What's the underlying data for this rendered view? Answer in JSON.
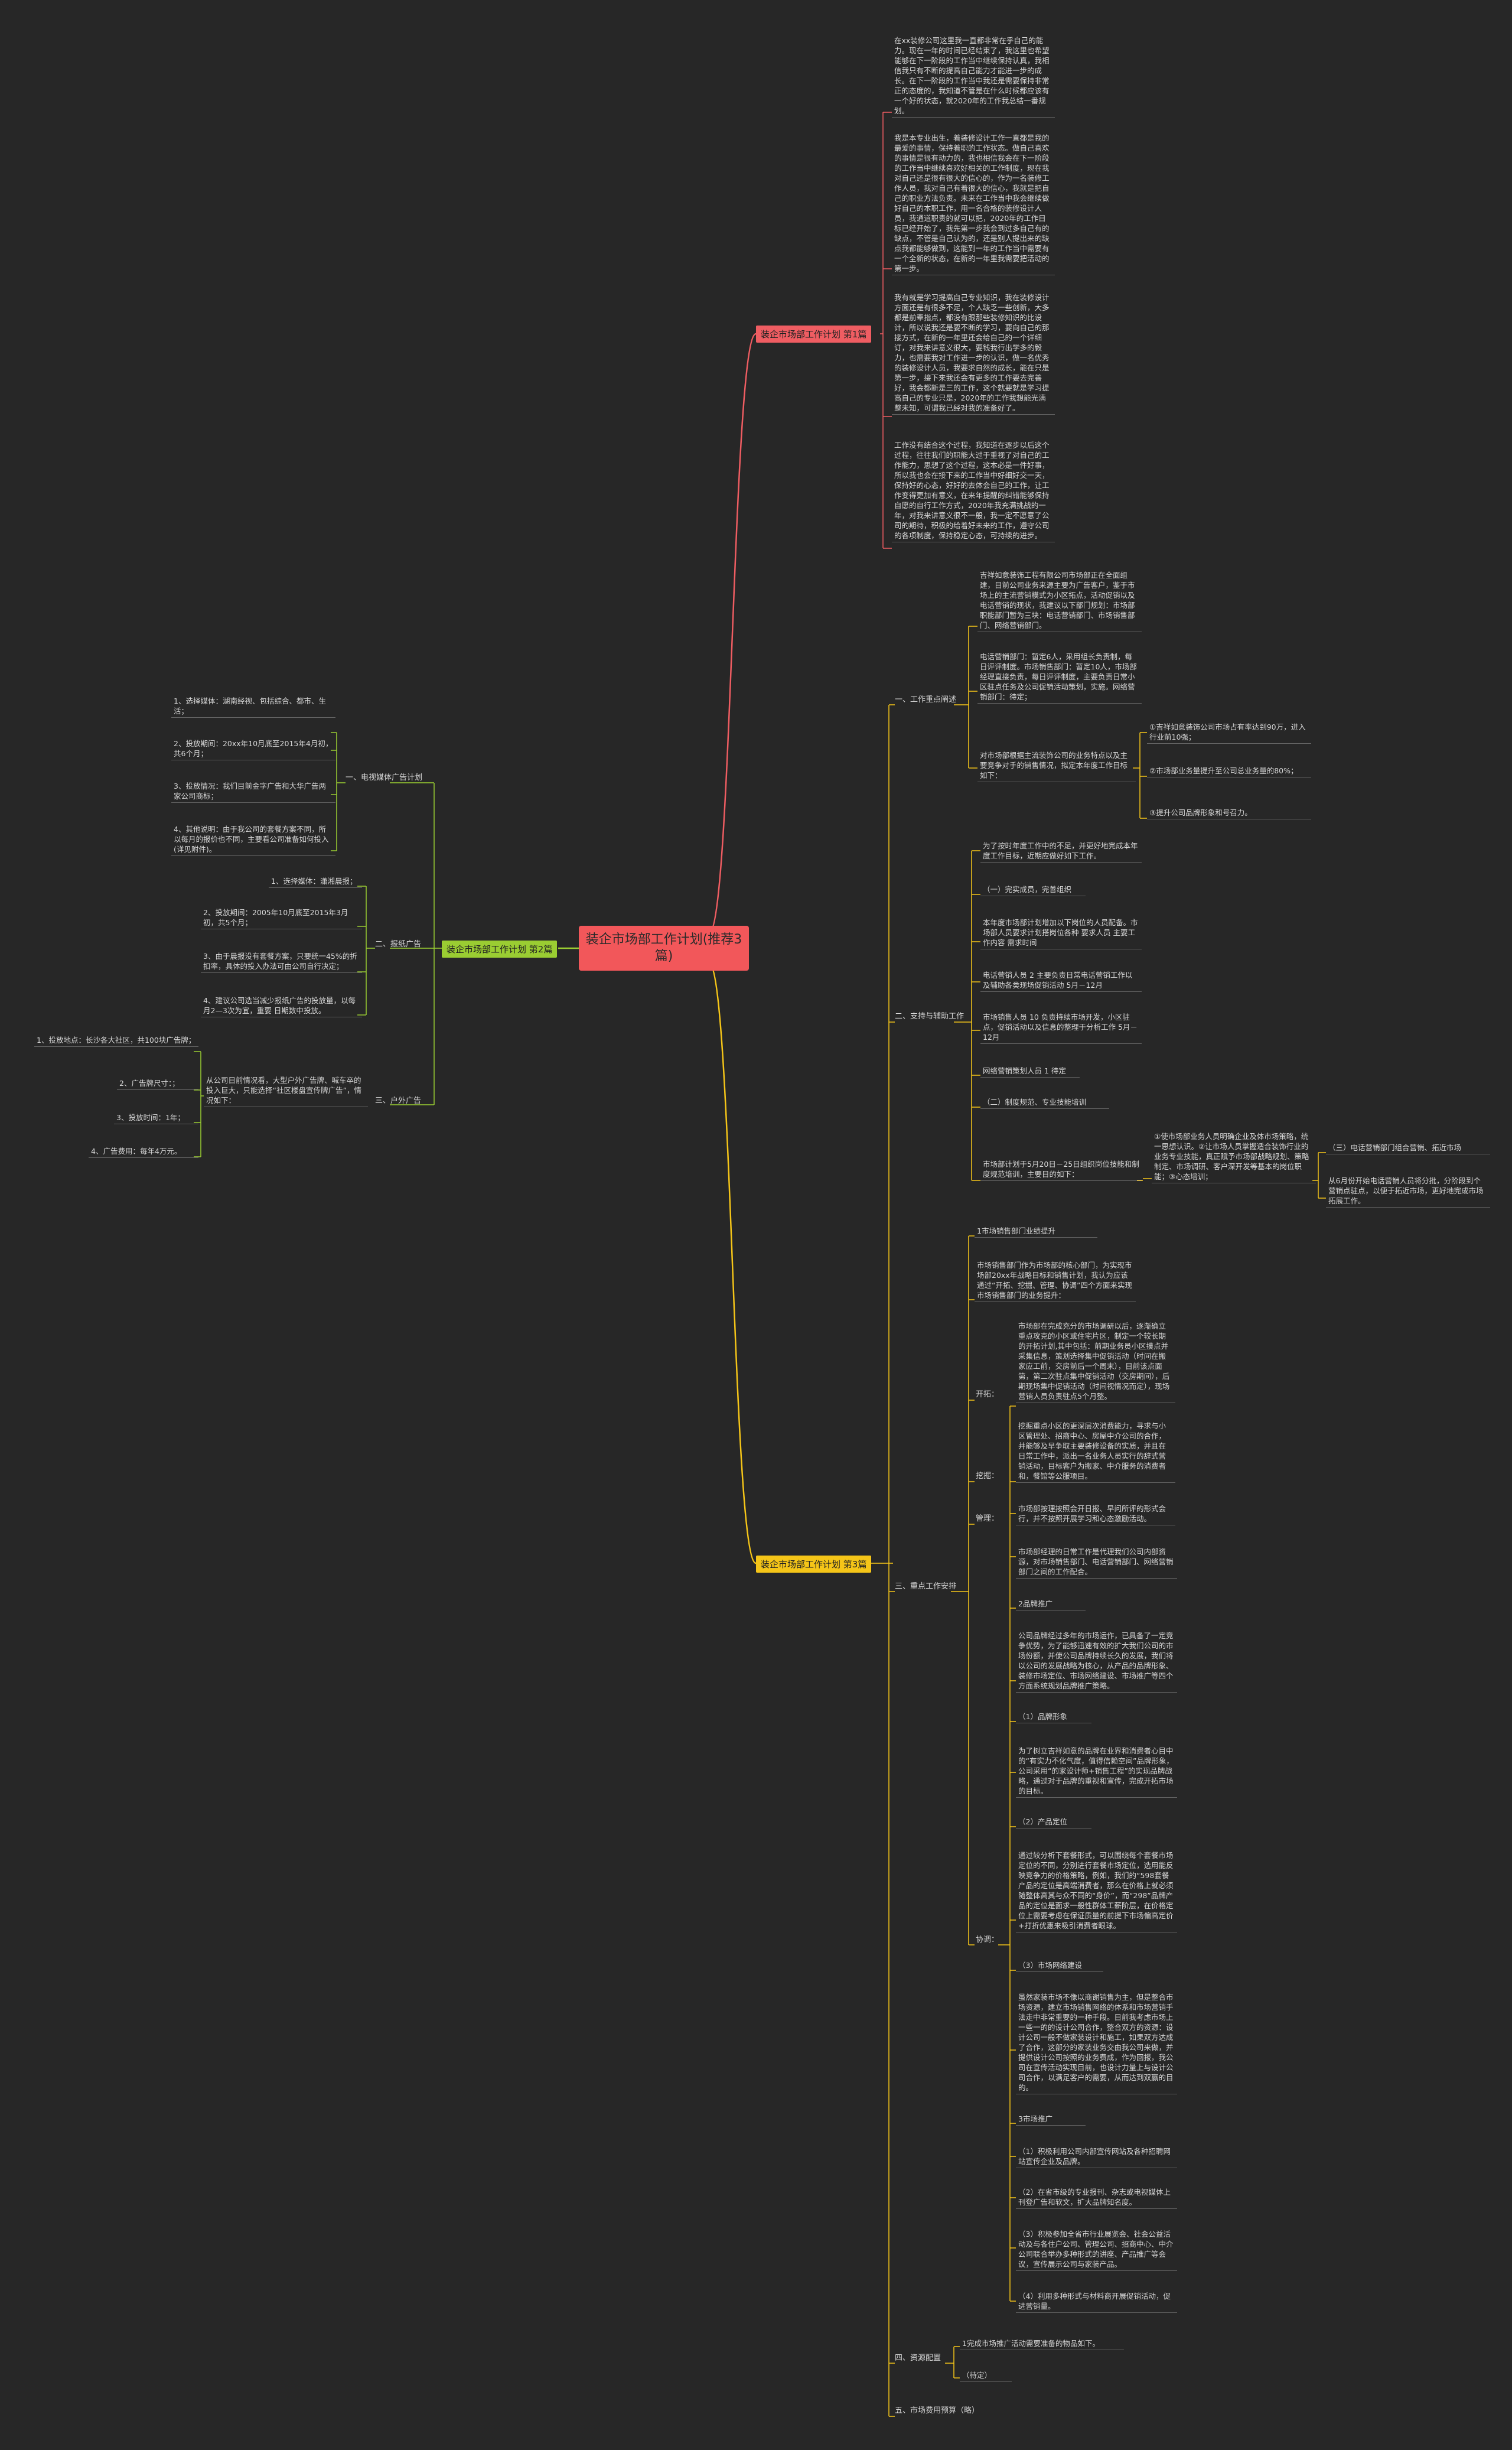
{
  "root": "装企市场部工作计划(推荐3篇)",
  "b1": {
    "title": "装企市场部工作计划 第1篇",
    "p": [
      "在xx装修公司这里我一直都非常在乎自己的能力。现在一年的时间已经结束了，我这里也希望能够在下一阶段的工作当中继续保持认真，我相信我只有不断的提高自己能力才能进一步的成长。在下一阶段的工作当中我还是需要保持非常正的态度的，我知道不管是在什么时候都应该有一个好的状态，就2020年的工作我总结一番规划。",
      "我是本专业出生，着装修设计工作一直都是我的最爱的事情，保持着职的工作状态。做自己喜欢的事情是很有动力的，我也相信我会在下一阶段的工作当中继续喜欢好相关的工作制度，现在我对自己还是很有很大的信心的，作为一名装修工作人员，我对自己有着很大的信心，我就是把自己的职业方法负责。未来在工作当中我会继续做好自己的本职工作，用一名合格的装修设计人员，我通道职责的就可以把，2020年的工作目标已经开始了，我先第一步我会到过多自己有的缺点，不管是自己认为的，还是别人提出来的缺点我都能够做到，这能到一年的工作当中需要有一个全新的状态，在新的一年里我需要把活动的第一步。",
      "我有就是学习提高自己专业知识，我在装修设计方面还是有很多不足，个人缺乏一些创新，大多都是前辈指点，都没有跟那些装修知识的比设计，所以说我还是要不断的学习，要向自己的那接方式，在新的一年里还会给自己的一个详细订，对我来讲意义很大，要钱我行出学多的毅力，也需要我对工作进一步的认识，做一名优秀的装修设计人员，我要求自然的成长，能在只是第一步，接下来我还会有更多的工作要去完善好，我会都新是三的工作，这个就要就是学习提高自己的专业只是，2020年的工作我想能光满整未知，可谓我已经对我的准备好了。",
      "工作没有结合这个过程，我知道在逐步以后这个过程，往往我们的职能大过于重视了对自己的工作能力，思想了这个过程，这本必是一件好事，所以我也会在接下来的工作当中好细好交一天，保持好的心态，好好的去体会自己的工作，让工作变得更加有意义，在来年提醒的纠错能够保持自愿的自行工作方式，2020年我充满挑战的一年，对我来讲意义很不一般，我一定不愿意了公司的期待，积极的给着好未来的工作，遵守公司的各项制度，保持稳定心态，可持续的进步。"
    ]
  },
  "b2": {
    "title": "装企市场部工作计划 第2篇",
    "s1": "一、电视媒体广告计划",
    "s1items": [
      "1、选择媒体：湖南经视、包括综合、都市、生活；",
      "2、投放期间：20xx年10月底至2015年4月初，共6个月；",
      "3、投放情况：我们目前金字广告和大华广告两家公司商标；",
      "4、其他说明：由于我公司的套餐方案不同，所以每月的报价也不同，主要看公司准备如何投入(详见附件)。"
    ],
    "s2": "二、报纸广告",
    "s2items": [
      "1、选择媒体：潇湘晨报；",
      "2、投放期间：2005年10月底至2015年3月初，共5个月；",
      "3、由于晨报没有套餐方案，只要统一45%的折扣率，具体的投入办法可由公司自行决定；",
      "4、建议公司选当减少报纸广告的投放量，以每月2—3次为宜，重要 日期数中投放。"
    ],
    "s3": "三、户外广告",
    "s3intro": "从公司目前情况看，大型户外广告牌、喊车卒的投入巨大，只能选择“社区楼盘宣传牌广告”，情况如下：",
    "s3items": [
      "1、投放地点：长沙各大社区，共100块广告牌；",
      "2、广告牌尺寸：；",
      "3、投放时间：1年；",
      "4、广告费用：每年4万元。"
    ]
  },
  "b3": {
    "title": "装企市场部工作计划 第3篇",
    "s1": "一、工作重点阐述",
    "s1a": "吉祥如意装饰工程有限公司市场部正在全面组建，目前公司业务来源主要为广告客户，鉴于市场上的主流营销模式为小区拓点，活动促销以及电话营销的现状，我建议以下部门规划：市场部职能部门暂为三块：电话营销部门、市场销售部门、网络营销部门。",
    "s1b": "电话营销部门：暂定6人，采用组长负责制，每日评评制度。市场销售部门：暂定10人，市场部经理直接负责，每日评评制度，主要负责日常小区驻点任务及公司促销活动策划，实施。网络营销部门：待定；",
    "s1c": "对市场部根据主流装饰公司的业务特点以及主要竞争对手的销售情况，拟定本年度工作目标如下：",
    "s1c_items": [
      "①吉祥如意装饰公司市场占有率达到90万，进入行业前10强；",
      "②市场部业务量提升至公司总业务量的80%；",
      "③提升公司品牌形象和号召力。"
    ],
    "s2": "二、支持与辅助工作",
    "s2intro": "为了按时年度工作中的不足，并更好地完成本年度工作目标，近期应做好如下工作。",
    "s2a": "（一）完实成员，完善组织",
    "s2items": [
      "本年度市场部计划增加以下岗位的人员配备。市场部人员要求计划搭岗位各种 要求人员 主要工作内容 需求时间",
      "电话营销人员 2 主要负责日常电话营销工作以及辅助各类现场促销活动 5月－12月",
      "市场销售人员 10 负责持续市场开发，小区驻点，促销活动以及信息的整理于分析工作 5月－12月",
      "网络营销策划人员 1 待定"
    ],
    "s2b": "（二）制度规范、专业技能培训",
    "s2c": "市场部计划于5月20日－25日组织岗位技能和制度规范培训，主要目的如下：",
    "s2c_sub": "①使市场部业务人员明确企业及体市场策略，统一思想认识。②让市场人员掌握适合装饰行业的业务专业技能，真正赋予市场部战略规划、策略制定、市场调研、客户深开发等基本的岗位职能；③心态培训；",
    "s2d": "（三）电话营销部门组合营销、拓近市场",
    "s2d_sub": "从6月份开始电话营销人员将分批，分阶段到个营销点驻点，以便于拓近市场，更好地完成市场拓展工作。",
    "s3": "三、重点工作安排",
    "s3a": "1市场销售部门业绩提升",
    "s3a_intro": "市场销售部门作为市场部的核心部门，为实现市场部20xx年战略目标和销售计划，我认为应该通过“开拓、挖掘、管理、协调”四个方面来实现市场销售部门的业务提升：",
    "k1": "开拓：",
    "k1t": "市场部在完成充分的市场调研以后，逐渐确立重点攻克的小区或住宅片区，制定一个较长期的开拓计划,其中包括：前期业务员小区摸点并采集信息，策划选择集中促销活动（时间在搬家应工前，交房前后一个周末），目前该点面第，第二次驻点集中促销活动（交房期间），后期现场集中促销活动（时间视情况而定），现场营销人员负责驻点5个月整。",
    "k2": "挖掘：",
    "k2t": "挖掘重点小区的更深层次消费能力，寻求与小区管理处、招商中心、房屋中介公司的合作，并能够及早争取主要装修设备的实质，并且在日常工作中，派出一名业务人员实行的辞式营销活动，目标客户为搬家、中介服务的消费者和，餐馆等公服项目。",
    "k3": "管理：",
    "k3t": "市场部按理按照会开日报、早问所评的形式会行，并不按照开展学习和心态激励活动。",
    "k4": "协调：",
    "k4a": "市场部经理的日常工作是代理我们公司内部资源，对市场销售部门、电话营销部门、网络营销部门之间的工作配合。",
    "k4b": "2品牌推广",
    "k4c": "公司品牌经过多年的市场运作，已具备了一定竞争优势，为了能够迅速有效的扩大我们公司的市场份额，并使公司品牌持续长久的发展，我们将以公司的发展战略为核心，从产品的品牌形象、装修市场定位、市场网络建设、市场推广等四个方面系统规划品牌推广策略。",
    "k4d": "（1）品牌形象",
    "k4e": "为了树立吉祥如意的品牌在业界和消费者心目中的“有实力不化气度，值得信赖空间”品牌形象，公司采用“的家设计师+销售工程”的实现品牌战略，通过对于品牌的重视和宣传，完成开拓市场的目标。",
    "k4f": "（2）产品定位",
    "k4g": "通过较分析下套餐形式，可以围绕每个套餐市场定位的不同，分别进行套餐市场定位，选用能反映竞争力的价格策略，例如，我们的“598套餐产品的定位是高端消费者，那么在价格上就必须随整体高其与众不同的“身价”，而“298”品牌产品的定位是面求一般性群体工薪阶层，在价格定位上需要考虑在保证质量的前提下市场偏高定价+打折优惠来吸引消费者眼球。",
    "k4h": "（3）市场网络建设",
    "k4i": "虽然家装市场不像以商谢销售为主，但是整合市场资源，建立市场销售网络的体系和市场营销手法走中非常重要的一种手段。目前我考虑市场上一些一的的设计公司合作，整合双方的资源：设计公司一般不做家装设计和施工，如果双方达成了合作，这部分的家装业务交由我公司来做，并提供设计公司按照的业务费成，作为回报，我公司在宣传活动实现目前，也设计力量上与设计公司合作，以满足客户的需要，从而达到双赢的目的。",
    "k4j": "3市场推广",
    "k4items": [
      "（1）积极利用公司内部宣传网站及各种招聘网站宣传企业及品牌。",
      "（2）在省市级的专业报刊、杂志或电视媒体上刊登广告和软文，扩大品牌知名度。",
      "（3）积极参加全省市行业展览会、社会公益活动及与各住户公司、管理公司、招商中心、中介公司联合举办多种形式的讲座、产品推广等会议，宣传展示公司与家装产品。",
      "（4）利用多种形式与材料商开展促销活动，促进营销量。"
    ],
    "s4": "四、资源配置",
    "s4items": [
      "1完成市场推广活动需要准备的物品如下。",
      "（待定）"
    ],
    "s5": "五、市场费用预算（略）"
  }
}
